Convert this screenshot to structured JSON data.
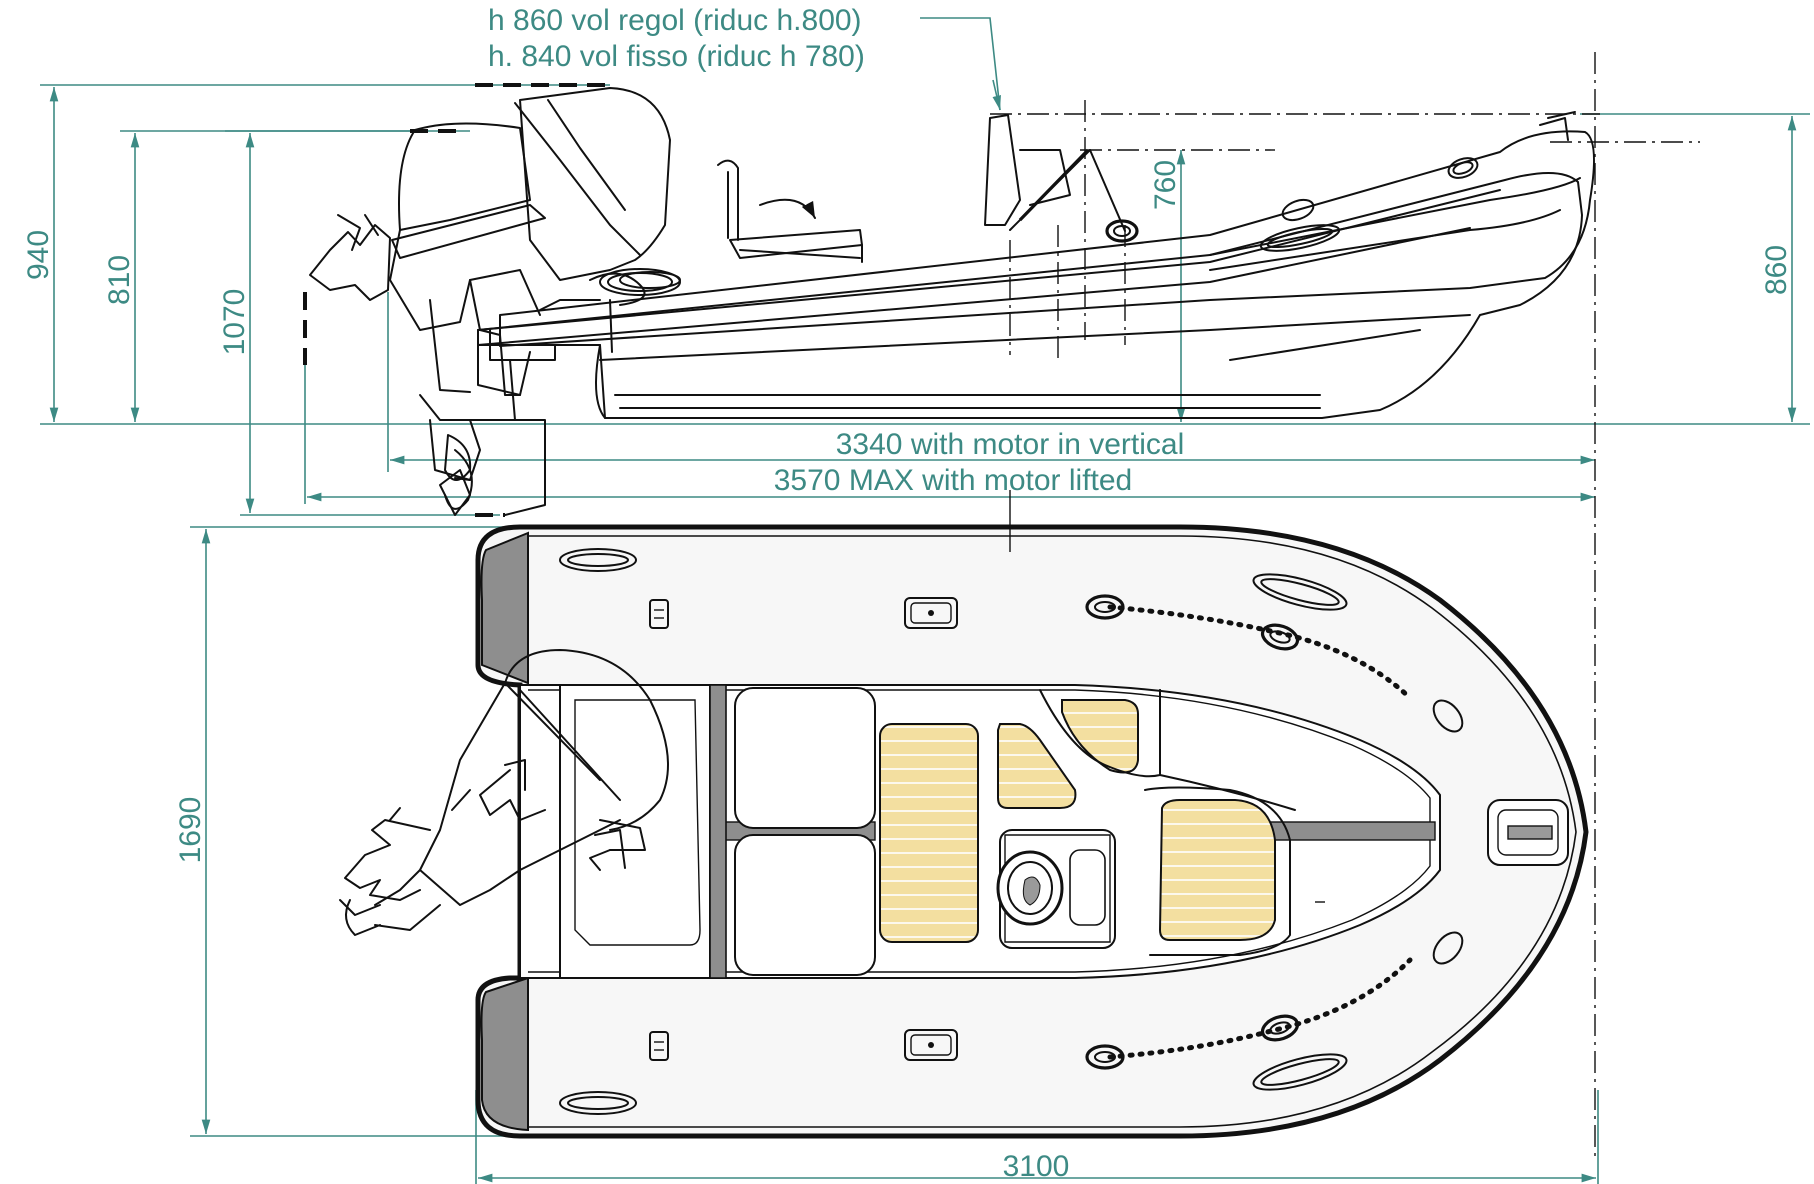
{
  "colors": {
    "dimension": "#3d8a84",
    "outline": "#111111",
    "tube_end": "#8e8e8e",
    "teak": "#f3dfa0",
    "hull_fill": "#f7f7f7"
  },
  "notes": {
    "line1": "h 860 vol regol (riduc h.800)",
    "line2": "h. 840 vol fisso (riduc h 780)"
  },
  "dimensions": {
    "h940": "940",
    "h810": "810",
    "h1070": "1070",
    "h760": "760",
    "h860": "860",
    "len_vertical": "3340  with motor in vertical",
    "len_max": "3570  MAX with motor lifted",
    "width": "1690",
    "length": "3100"
  }
}
